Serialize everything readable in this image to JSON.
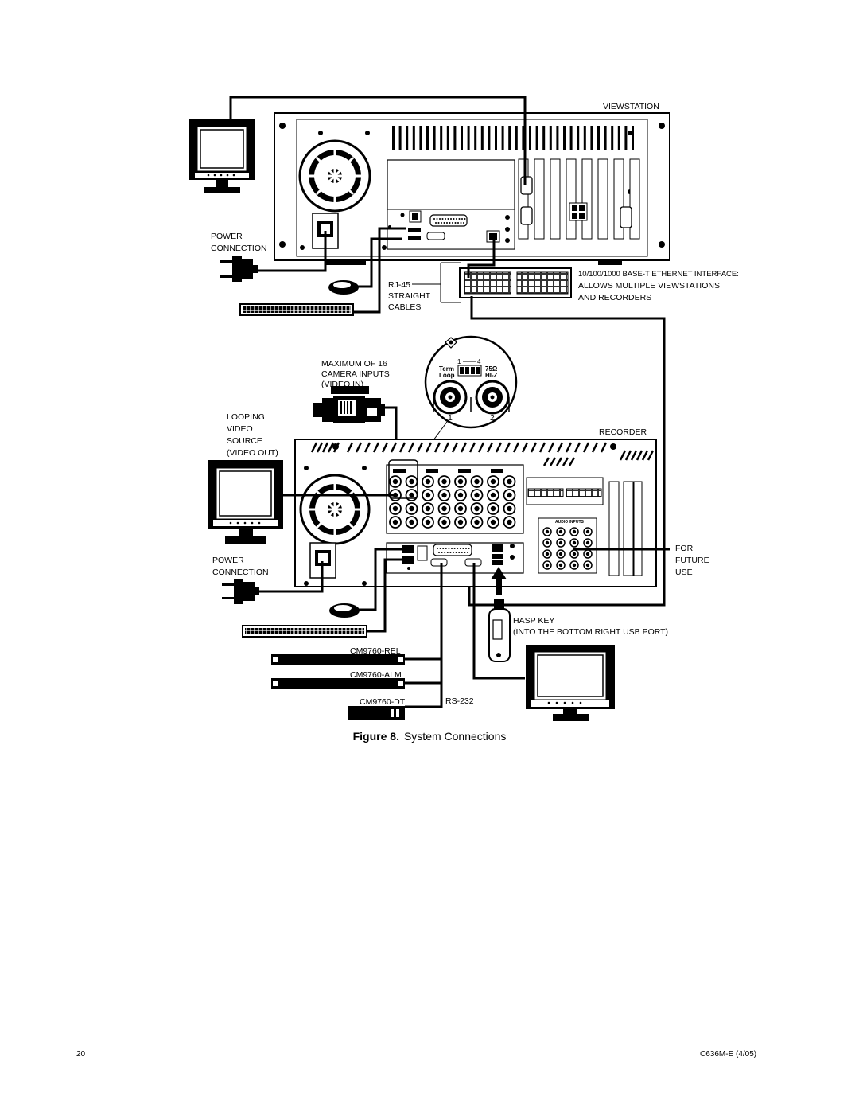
{
  "labels": {
    "viewstation": "VIEWSTATION",
    "power_connection_top": [
      "POWER",
      "CONNECTION"
    ],
    "rj45_cables": [
      "RJ-45",
      "STRAIGHT",
      "CABLES"
    ],
    "ethernet_interface": [
      "10/100/1000 BASE-T ETHERNET INTERFACE:",
      "ALLOWS MULTIPLE VIEWSTATIONS",
      "AND RECORDERS"
    ],
    "camera_inputs": [
      "MAXIMUM OF 16",
      "CAMERA INPUTS",
      "(VIDEO IN)"
    ],
    "looping_video": [
      "LOOPING",
      "VIDEO",
      "SOURCE",
      "(VIDEO OUT)"
    ],
    "recorder": "RECORDER",
    "power_connection_bottom": [
      "POWER",
      "CONNECTION"
    ],
    "for_future_use": [
      "FOR",
      "FUTURE",
      "USE"
    ],
    "hasp_key": [
      "HASP KEY",
      "(INTO THE BOTTOM RIGHT USB PORT)"
    ],
    "cm9760_rel": "CM9760-REL",
    "cm9760_alm": "CM9760-ALM",
    "cm9760_dt": "CM9760-DT",
    "rs232": "RS-232",
    "term_loop": [
      "Term",
      "Loop"
    ],
    "impedance": [
      "75Ω",
      "HI-Z"
    ],
    "switch_range": [
      "1",
      "4"
    ],
    "bnc_numbers": [
      "1",
      "2"
    ],
    "audio_inputs": "AUDIO INPUTS"
  },
  "caption": {
    "figure": "Figure 8.",
    "title": "System Connections"
  },
  "footer": {
    "page_number": "20",
    "doc_code": "C636M-E (4/05)"
  }
}
